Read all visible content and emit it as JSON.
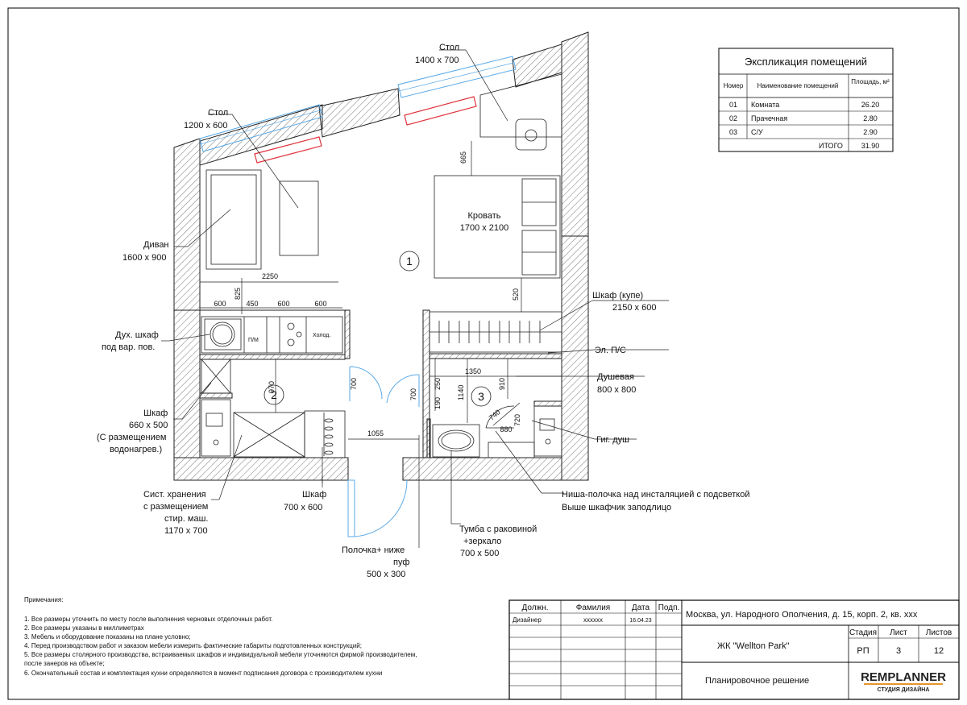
{
  "explication": {
    "title": "Экспликация помещений",
    "headers": {
      "num": "Номер",
      "name": "Наименование помещений",
      "area": "Площадь, м²"
    },
    "rows": [
      {
        "num": "01",
        "name": "Комната",
        "area": "26.20"
      },
      {
        "num": "02",
        "name": "Прачечная",
        "area": "2.80"
      },
      {
        "num": "03",
        "name": "С/У",
        "area": "2.90"
      }
    ],
    "total_label": "ИТОГО",
    "total_value": "31.90"
  },
  "labels": {
    "desk1_name": "Стол",
    "desk1_size": "1400 x 700",
    "desk2_name": "Стол",
    "desk2_size": "1200 x 600",
    "bed_name": "Кровать",
    "bed_size": "1700 x 2100",
    "sofa_name": "Диван",
    "sofa_size": "1600 x 900",
    "wardrobe_name": "Шкаф (купе)",
    "wardrobe_size": "2150 x 600",
    "panel": "Эл. П/С",
    "shower_name": "Душевая",
    "shower_size": "800 x 800",
    "hyg_shower": "Гиг. душ",
    "niche_line1": "Ниша-полочка над инсталяцией с подсветкой",
    "niche_line2": "Выше шкафчик заподлицо",
    "sink_line1": "Тумба с раковиной",
    "sink_line2": "+зеркало",
    "sink_size": "700 x 500",
    "shelf_line1": "Полочка+ ниже",
    "shelf_line2": "пуф",
    "shelf_size": "500 x 300",
    "cab_name": "Шкаф",
    "cab_size": "700 x 600",
    "storage_line1": "Сист. хранения",
    "storage_line2": "с размещением",
    "storage_line3": "стир. маш.",
    "storage_size": "1170 x 700",
    "boiler_line1": "Шкаф",
    "boiler_line2": "660 x 500",
    "boiler_line3": "(С размещением",
    "boiler_line4": "водонагрев.)",
    "oven_line1": "Дух. шкаф",
    "oven_line2": "под вар. пов.",
    "pm": "П/М",
    "fridge": "Холод.",
    "room1": "1",
    "room2": "2",
    "room3": "3"
  },
  "dimensions": {
    "d665": "665",
    "d2250": "2250",
    "d825": "825",
    "d600a": "600",
    "d450": "450",
    "d600b": "600",
    "d600c": "600",
    "d520": "520",
    "d1350": "1350",
    "d970": "970",
    "d700a": "700",
    "d700b": "700",
    "d250": "250",
    "d190": "190",
    "d1140": "1140",
    "d910": "910",
    "d740": "740",
    "d720": "720",
    "d880": "880",
    "d1055": "1055"
  },
  "notes": {
    "title": "Примечания:",
    "items": [
      "1.  Все размеры уточнить по месту после выполнения черновых отделочных работ.",
      "2.  Все размеры указаны в миллиметрах",
      "3.  Мебель и оборудование показаны на плане условно;",
      "4.  Перед производством работ и заказом мебели измерить фактические габариты подготовленных конструкций;",
      "5.  Все размеры столярного производства, встраиваемых шкафов и индивидуальной мебели уточняются фирмой производителем,",
      "     после занеров на объекте;",
      "6.  Окончательный состав и комплектация кухни определяются в момент подписания договора с производителем кухни"
    ]
  },
  "stamp": {
    "h_role": "Должн.",
    "h_name": "Фамилия",
    "h_date": "Дата",
    "h_sign": "Подп.",
    "role": "Дизайнер",
    "name": "xxxxxx",
    "date": "16.04.23",
    "address": "Москва, ул. Народного Ополчения, д. 15, корп. 2, кв. xxx",
    "complex": "ЖК \"Wellton Park\"",
    "h_stage": "Стадия",
    "h_sheet": "Лист",
    "h_sheets": "Листов",
    "stage": "РП",
    "sheet": "3",
    "sheets": "12",
    "drawing": "Планировочное решение",
    "logo_main": "REMPLANNER",
    "logo_sub": "СТУДИЯ ДИЗАЙНА"
  },
  "colors": {
    "window": "#5aa9e6",
    "radiator": "#e0323c",
    "hatch": "#555555",
    "logo_accent": "#e8942a"
  }
}
